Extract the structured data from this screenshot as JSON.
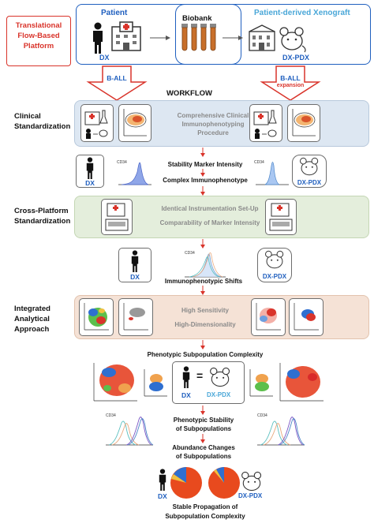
{
  "platform": {
    "line1": "Translational",
    "line2": "Flow-Based",
    "line3": "Platform"
  },
  "top": {
    "patient": "Patient",
    "dx": "DX",
    "biobank": "Biobank",
    "pdx_title": "Patient-derived Xenograft",
    "dx_pdx": "DX-PDX"
  },
  "arrows": {
    "left": "B-ALL",
    "right": "B-ALL",
    "right_sub": "expansion"
  },
  "workflow": "WORKFLOW",
  "sections": {
    "clinical": {
      "label1": "Clinical",
      "label2": "Standardization",
      "text1": "Comprehensive Clinical",
      "text2": "Immunophenotyping",
      "text3": "Procedure"
    },
    "cross": {
      "label1": "Cross-Platform",
      "label2": "Standardization",
      "text1": "Identical Instrumentation Set-Up",
      "text2": "Comparability of Marker Intensity"
    },
    "integrated": {
      "label1": "Integrated",
      "label2": "Analytical",
      "label3": "Approach",
      "text1": "High Sensitivity",
      "text2": "High-Dimensionality"
    }
  },
  "steps": {
    "stability": "Stability Marker Intensity",
    "complex": "Complex Immunophenotype",
    "shifts": "Immunophenotypic Shifts",
    "subpop": "Phenotypic Subpopulation Complexity",
    "stab1": "Phenotypic Stability",
    "stab2": "of Subpopulations",
    "abund1": "Abundance Changes",
    "abund2": "of Subpopulations",
    "stable1": "Stable Propagation of",
    "stable2": "Subpopulation Complexity"
  },
  "labels": {
    "dx": "DX",
    "dx_pdx": "DX-PDX",
    "cd34": "CD34",
    "eq": "="
  },
  "colors": {
    "red": "#d9342b",
    "blue": "#1f5fbf",
    "lightblue": "#4aa7d8",
    "clinical_bg": "#dde7f2",
    "cross_bg": "#e4eedc",
    "integrated_bg": "#f5e2d6"
  }
}
